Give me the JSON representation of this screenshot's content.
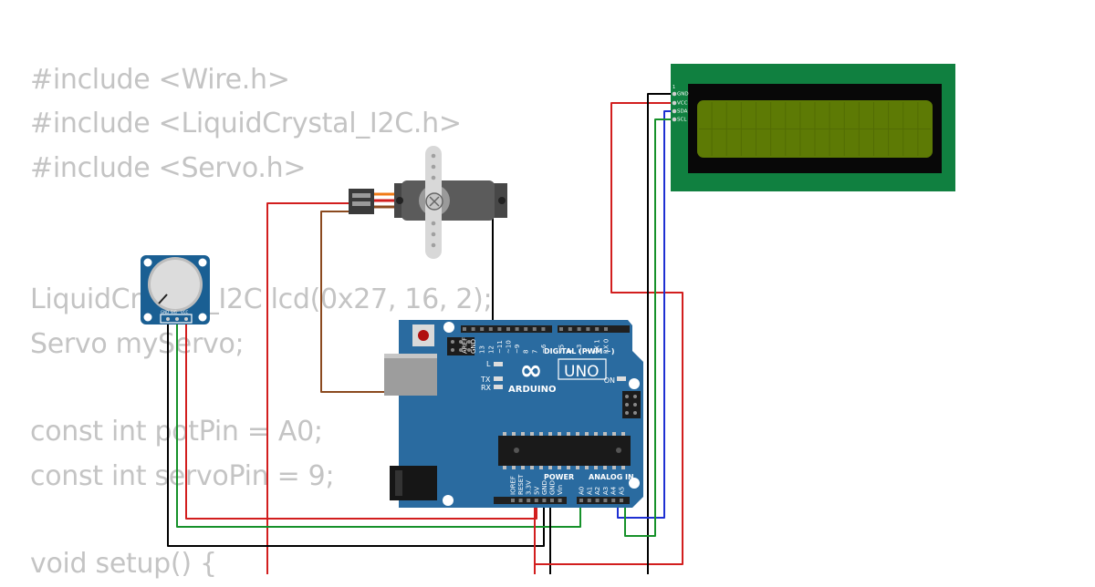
{
  "code": [
    "#include <Wire.h>",
    "#include <LiquidCrystal_I2C.h>",
    "#include <Servo.h>",
    "",
    "",
    "LiquidCrystal_I2C lcd(0x27, 16, 2);",
    "Servo myServo;",
    "",
    "const int potPin = A0;",
    "const int servoPin = 9;",
    "",
    "void setup() {"
  ],
  "arduino": {
    "model": "UNO",
    "brand": "ARDUINO",
    "logo_symbol": "∞",
    "on_label": "ON",
    "digital_label": "DIGITAL (PWM ~)",
    "analog_label": "ANALOG IN",
    "power_label": "POWER",
    "led_l": "L",
    "led_tx": "TX",
    "led_rx": "RX",
    "digital_pins": [
      "AREF",
      "GND",
      "13",
      "12",
      "~11",
      "~10",
      "~9",
      "8",
      "7",
      "~6",
      "~5",
      "4",
      "~3",
      "2",
      "TX 1",
      "RX 0"
    ],
    "power_pins": [
      "IOREF",
      "RESET",
      "3.3V",
      "5V",
      "GND",
      "GND",
      "Vin"
    ],
    "analog_pins": [
      "A0",
      "A1",
      "A2",
      "A3",
      "A4",
      "A5"
    ]
  },
  "lcd": {
    "pins": [
      "GND",
      "VCC",
      "SDA",
      "SCL"
    ],
    "pin_one_mark": "1"
  },
  "potentiometer": {
    "pins": [
      "GND",
      "SIG",
      "VCC"
    ]
  },
  "colors": {
    "board": "#2a6ba0",
    "lcd_pcb": "#108040",
    "lcd_screen": "#5d7a05",
    "wire_red": "#d21e1e",
    "wire_black": "#000000",
    "wire_green": "#16912a",
    "wire_blue": "#1e30d2",
    "wire_brown": "#8b4a1f",
    "code_text": "#c4c4c4"
  }
}
